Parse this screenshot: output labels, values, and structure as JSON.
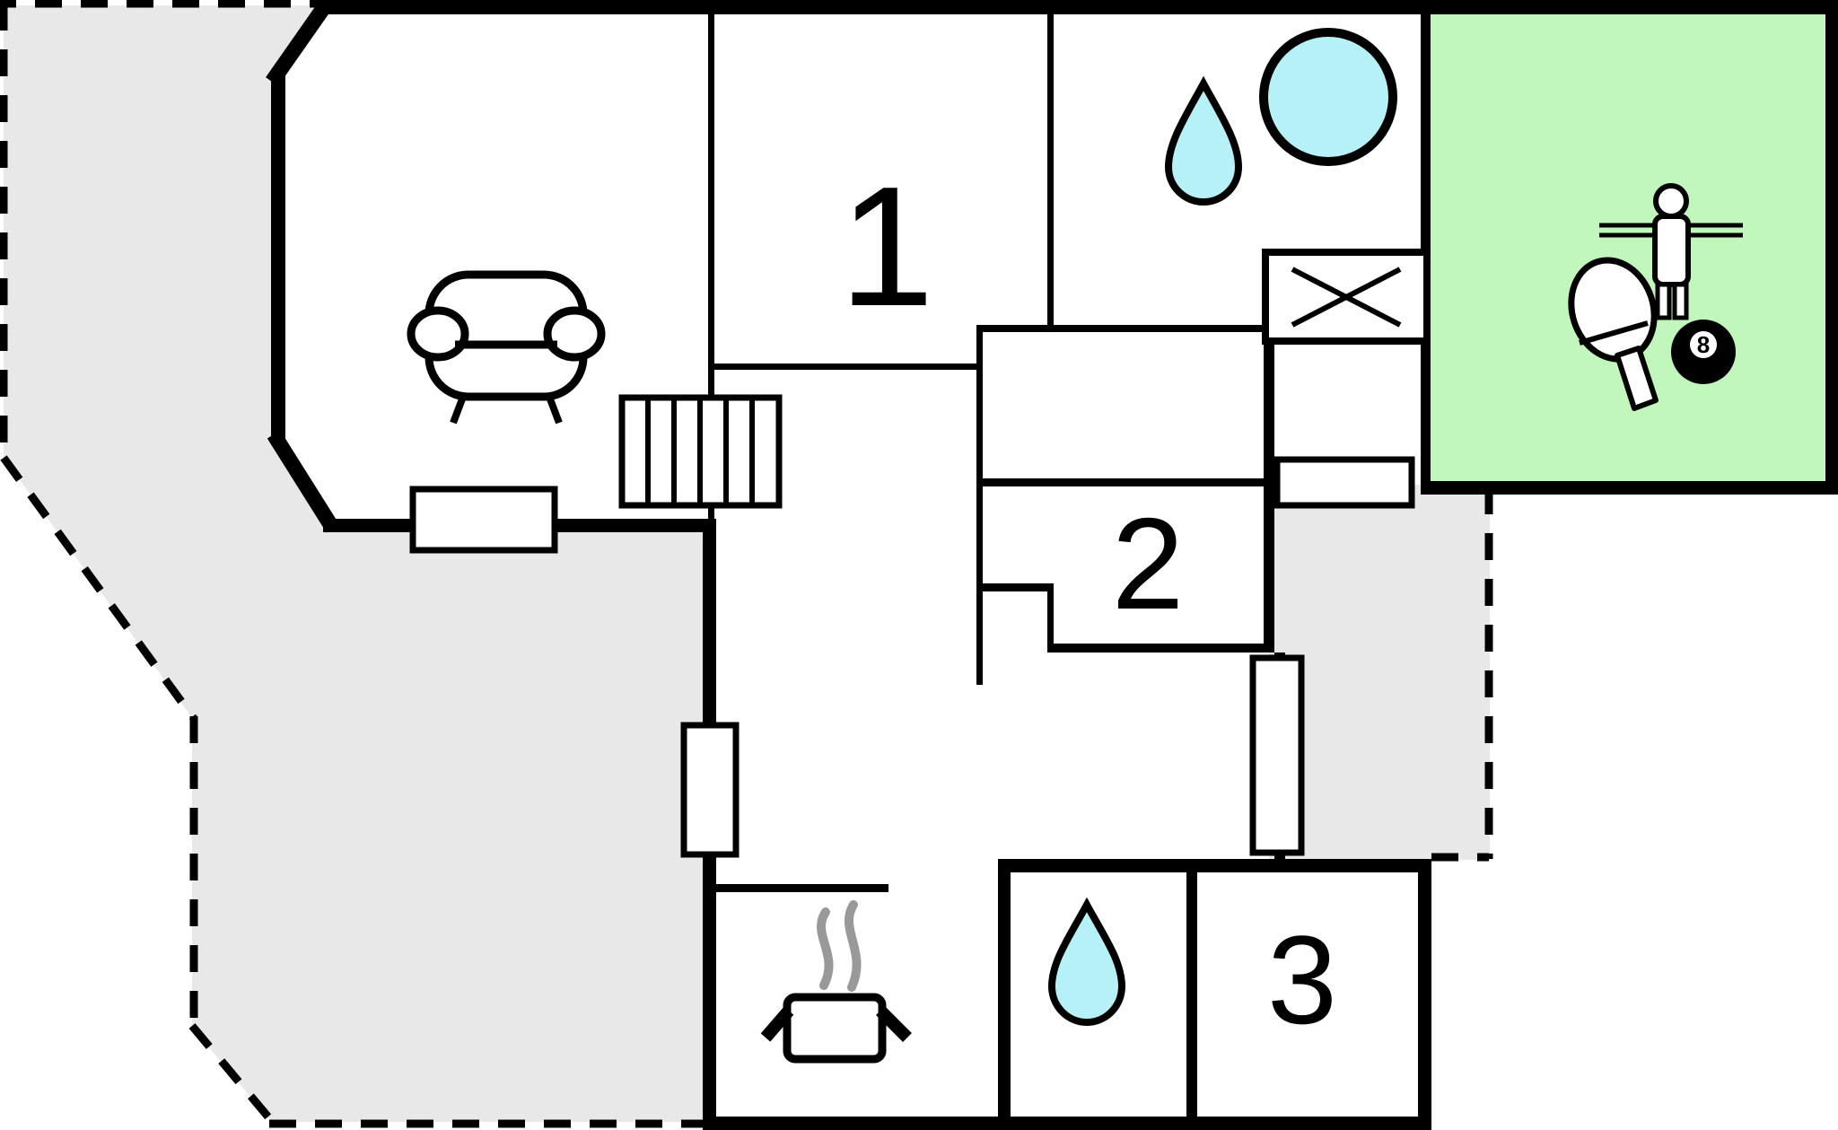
{
  "plan": {
    "type": "floor-plan",
    "labels": {
      "room1": "1",
      "room2": "2",
      "room3": "3",
      "eight_ball": "8"
    },
    "colors": {
      "wall": "#000000",
      "water_fill": "#B7F1F8",
      "game_room_fill": "#C1F6BD",
      "terrace_fill": "#E8E8E8",
      "door_fill": "#FFFFFF",
      "steam": "#999999"
    },
    "icons": {
      "sofa-icon": "sofa seen from front (living room)",
      "stairs-icon": "staircase with treads",
      "shower-drop-icon": "water drop (bathroom)",
      "round-tub-icon": "round tub / whirlpool",
      "washing-machine-icon": "box with X (appliance)",
      "cooking-pot-icon": "steaming cooking pot (kitchen)",
      "table-tennis-paddle-icon": "table tennis paddle",
      "foosball-player-icon": "table football player on rod",
      "eight-ball-icon": "billiard 8-ball"
    },
    "areas": {
      "terrace_left": "dashed outdoor terrace, grey",
      "terrace_right": "dashed outdoor terrace, grey",
      "game_room": "green highlighted activity room"
    }
  }
}
